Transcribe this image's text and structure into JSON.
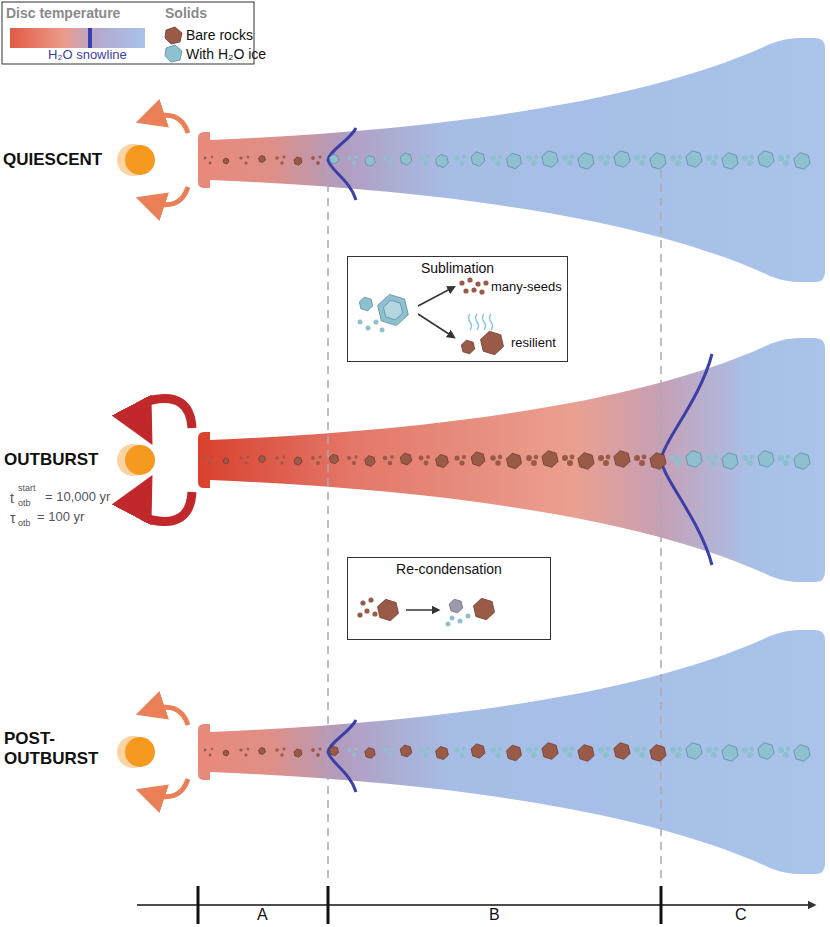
{
  "diagram": {
    "nodes": [
      {
        "text": [
          "Sublimation",
          "many-seeds",
          "resilient"
        ]
      },
      {
        "text": [
          "Re-condensation"
        ]
      }
    ],
    "labels": [
      "Disc temperature",
      "Solids",
      "QUIESCENT",
      "OUTBURST",
      "t",
      "start",
      "otb",
      "= 10,000 yr",
      "τ",
      "otb",
      "= 100 yr",
      "POST-OUTBURST",
      "A",
      "B",
      "C"
    ],
    "legend": [
      {
        "text": "H₂O snowline"
      },
      {
        "text": "Bare rocks"
      },
      {
        "text": "With H₂O ice"
      }
    ]
  }
}
